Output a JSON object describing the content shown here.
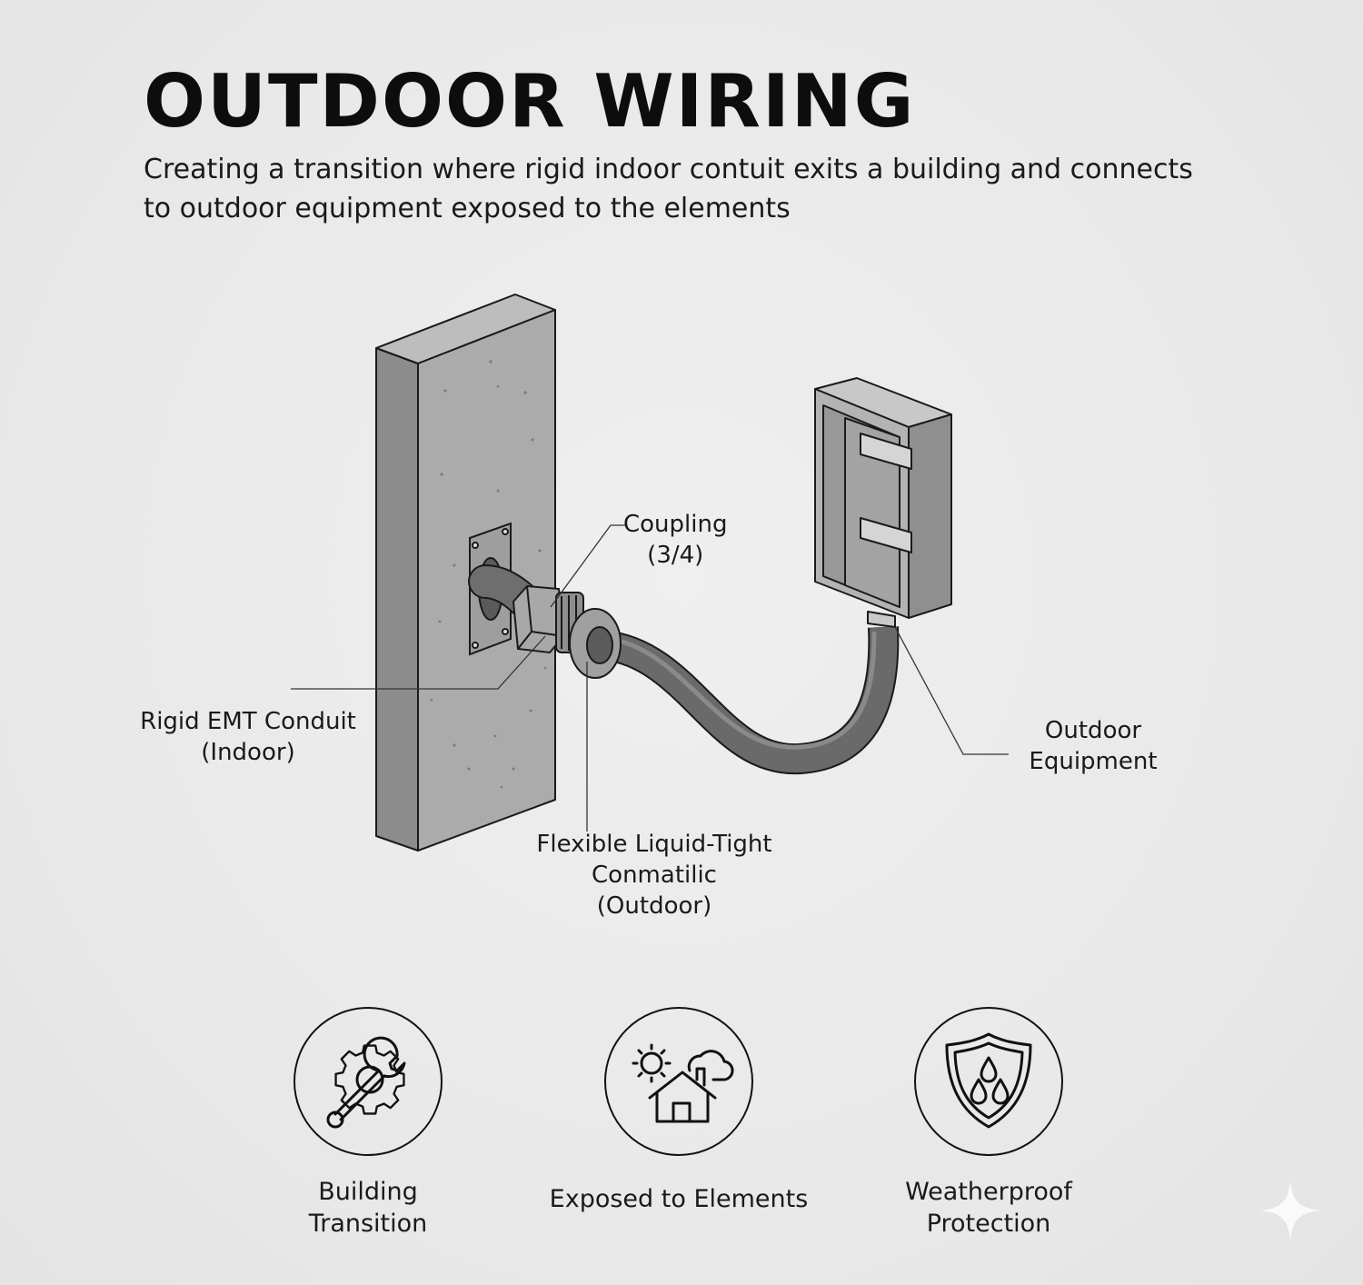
{
  "header": {
    "title": "OUTDOOR WIRING",
    "subtitle": "Creating a transition where rigid indoor contuit exits a building and connects to outdoor equipment exposed to the elements"
  },
  "callouts": {
    "coupling": [
      "Coupling",
      "(3/4)"
    ],
    "rigid_conduit": [
      "Rigid EMT Conduit",
      "(Indoor)"
    ],
    "flexible_conduit": [
      "Flexible Liquid-Tight",
      "Conmatilic",
      "(Outdoor)"
    ],
    "outdoor_equipment": [
      "Outdoor",
      "Equipment"
    ]
  },
  "features": [
    {
      "lines": [
        "Building",
        "Transition"
      ],
      "icon": "gear-wrench-icon"
    },
    {
      "lines": [
        "Exposed to Elements"
      ],
      "icon": "house-weather-icon"
    },
    {
      "lines": [
        "Weatherproof",
        "Protection"
      ],
      "icon": "shield-droplets-icon"
    }
  ],
  "colors": {
    "background": "#ebebeb",
    "wall_front": "#a9a9a9",
    "wall_side": "#8a8a8a",
    "conduit": "#6a6a6a",
    "ink": "#111111"
  }
}
